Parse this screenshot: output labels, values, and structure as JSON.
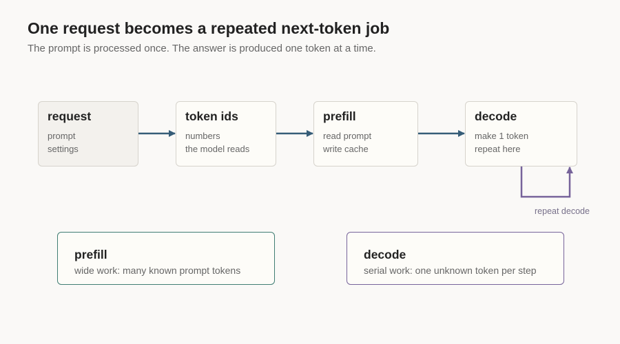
{
  "header": {
    "title": "One request becomes a repeated next-token job",
    "subtitle": "The prompt is processed once. The answer is produced one token at a time."
  },
  "pipeline": {
    "stages": [
      {
        "title": "request",
        "lines": [
          "prompt",
          "settings"
        ]
      },
      {
        "title": "token ids",
        "lines": [
          "numbers",
          "the model reads"
        ]
      },
      {
        "title": "prefill",
        "lines": [
          "read prompt",
          "write cache"
        ]
      },
      {
        "title": "decode",
        "lines": [
          "make 1 token",
          "repeat here"
        ]
      }
    ],
    "loop_label": "repeat decode"
  },
  "phases": {
    "prefill": {
      "title": "prefill",
      "description": "wide work: many known prompt tokens"
    },
    "decode": {
      "title": "decode",
      "description": "serial work: one unknown token per step"
    }
  },
  "colors": {
    "arrow": "#365d78",
    "loop": "#76639a",
    "prefill_border": "#3f7d73",
    "decode_border": "#76639a"
  }
}
